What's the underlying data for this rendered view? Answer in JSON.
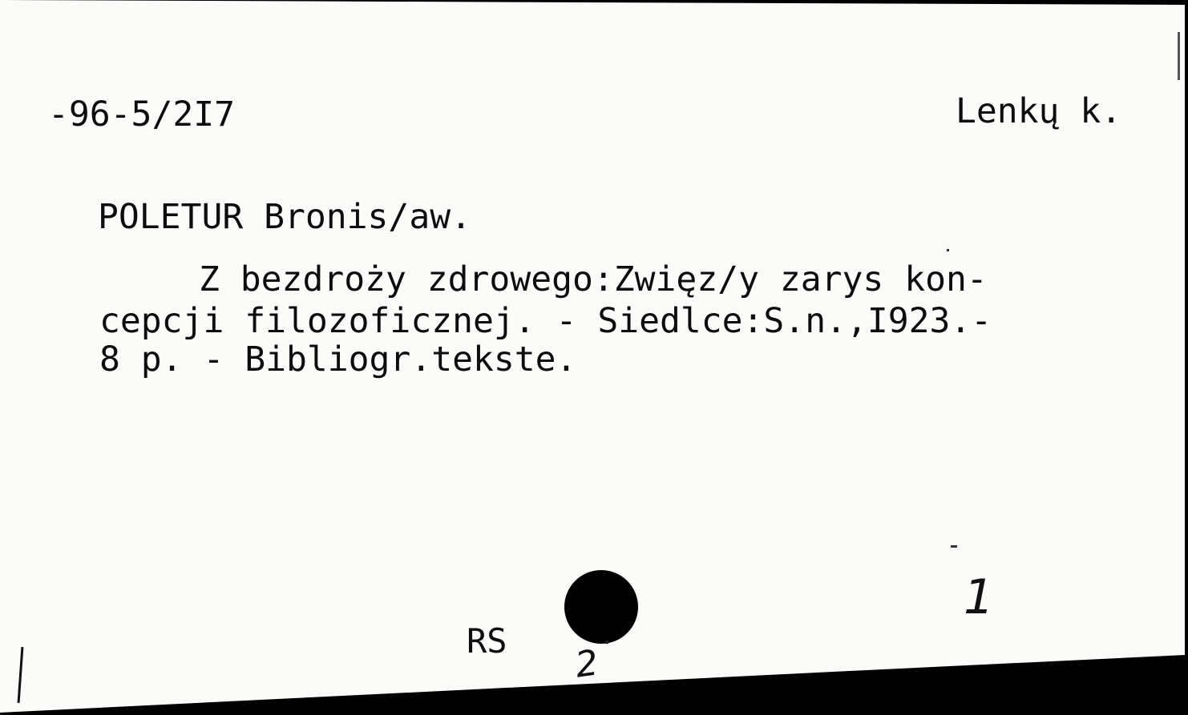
{
  "card": {
    "call_number": "-96-5/2I7",
    "location": "Lenkų k.",
    "author": "POLETUR Bronis/aw.",
    "description_lines": [
      "Z bezdroży zdrowego:Zwięz/y zarys kon-",
      "cepcji filozoficznej. - Siedlce:S.n.,I923.-",
      "8 p. - Bibliogr.tekste."
    ],
    "rs_mark": "RS",
    "copy_number": "1",
    "handwritten_number": "2"
  }
}
